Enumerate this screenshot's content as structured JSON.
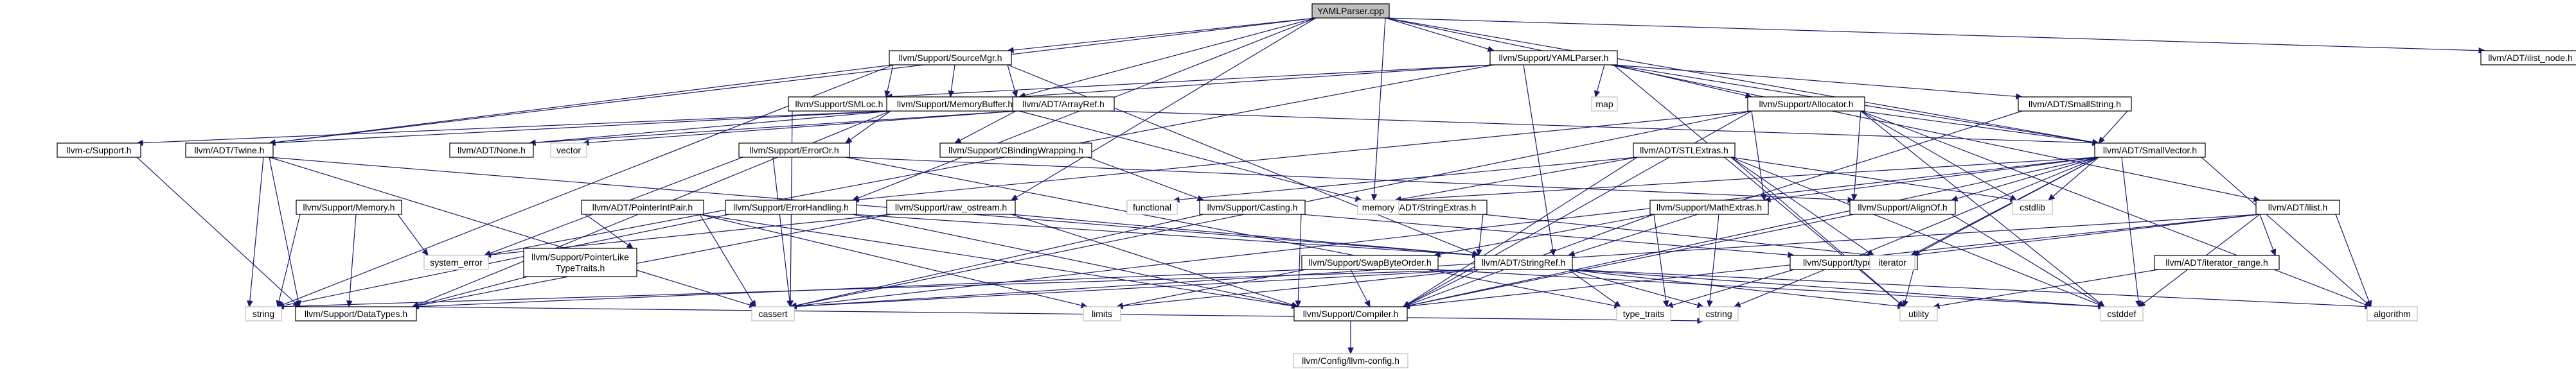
{
  "graph": {
    "nodes": [
      {
        "id": "yamlparser_cpp",
        "label": "YAMLParser.cpp",
        "root": true
      },
      {
        "id": "sourcemgr",
        "label": "llvm/Support/SourceMgr.h"
      },
      {
        "id": "support_yamlparser",
        "label": "llvm/Support/YAMLParser.h"
      },
      {
        "id": "ilist_node",
        "label": "llvm/ADT/ilist_node.h"
      },
      {
        "id": "smloc",
        "label": "llvm/Support/SMLoc.h"
      },
      {
        "id": "memorybuffer",
        "label": "llvm/Support/MemoryBuffer.h"
      },
      {
        "id": "arrayref",
        "label": "llvm/ADT/ArrayRef.h"
      },
      {
        "id": "map",
        "label": "map",
        "system": true
      },
      {
        "id": "allocator",
        "label": "llvm/Support/Allocator.h"
      },
      {
        "id": "smallstring",
        "label": "llvm/ADT/SmallString.h"
      },
      {
        "id": "csupport",
        "label": "llvm-c/Support.h"
      },
      {
        "id": "twine",
        "label": "llvm/ADT/Twine.h"
      },
      {
        "id": "none",
        "label": "llvm/ADT/None.h"
      },
      {
        "id": "vector",
        "label": "vector",
        "system": true
      },
      {
        "id": "errororr",
        "label": "llvm/Support/ErrorOr.h"
      },
      {
        "id": "cbindingwrapping",
        "label": "llvm/Support/CBindingWrapping.h"
      },
      {
        "id": "stlextras",
        "label": "llvm/ADT/STLExtras.h"
      },
      {
        "id": "smallvector",
        "label": "llvm/ADT/SmallVector.h"
      },
      {
        "id": "support_memory",
        "label": "llvm/Support/Memory.h"
      },
      {
        "id": "pointerintpair",
        "label": "llvm/ADT/PointerIntPair.h"
      },
      {
        "id": "errorhandling",
        "label": "llvm/Support/ErrorHandling.h"
      },
      {
        "id": "raw_ostream",
        "label": "llvm/Support/raw_ostream.h"
      },
      {
        "id": "casting",
        "label": "llvm/Support/Casting.h"
      },
      {
        "id": "stringextras",
        "label": "llvm/ADT/StringExtras.h"
      },
      {
        "id": "functional",
        "label": "functional",
        "system": true
      },
      {
        "id": "memory",
        "label": "memory",
        "system": true
      },
      {
        "id": "mathextras",
        "label": "llvm/Support/MathExtras.h"
      },
      {
        "id": "alignof",
        "label": "llvm/Support/AlignOf.h"
      },
      {
        "id": "cstdlib",
        "label": "cstdlib",
        "system": true
      },
      {
        "id": "ilist",
        "label": "llvm/ADT/ilist.h"
      },
      {
        "id": "system_error",
        "label": "system_error",
        "system": true
      },
      {
        "id": "pointerliketypetraits",
        "label": "llvm/Support/PointerLike\nTypeTraits.h"
      },
      {
        "id": "swapbyteorder",
        "label": "llvm/Support/SwapByteOrder.h"
      },
      {
        "id": "stringref",
        "label": "llvm/ADT/StringRef.h"
      },
      {
        "id": "type_traits_h",
        "label": "llvm/Support/type_traits.h"
      },
      {
        "id": "iterator",
        "label": "iterator",
        "system": true
      },
      {
        "id": "iterator_range",
        "label": "llvm/ADT/iterator_range.h"
      },
      {
        "id": "string",
        "label": "string",
        "system": true
      },
      {
        "id": "datatypes",
        "label": "llvm/Support/DataTypes.h"
      },
      {
        "id": "cassert",
        "label": "cassert",
        "system": true
      },
      {
        "id": "limits",
        "label": "limits",
        "system": true
      },
      {
        "id": "compiler",
        "label": "llvm/Support/Compiler.h"
      },
      {
        "id": "type_traits",
        "label": "type_traits",
        "system": true
      },
      {
        "id": "cstring",
        "label": "cstring",
        "system": true
      },
      {
        "id": "utility",
        "label": "utility",
        "system": true
      },
      {
        "id": "cstddef",
        "label": "cstddef",
        "system": true
      },
      {
        "id": "algorithm",
        "label": "algorithm",
        "system": true
      },
      {
        "id": "config",
        "label": "llvm/Config/llvm-config.h",
        "system": true
      }
    ],
    "edges": [
      [
        "yamlparser_cpp",
        "sourcemgr"
      ],
      [
        "yamlparser_cpp",
        "support_yamlparser"
      ],
      [
        "yamlparser_cpp",
        "ilist_node"
      ],
      [
        "yamlparser_cpp",
        "memorybuffer"
      ],
      [
        "yamlparser_cpp",
        "twine"
      ],
      [
        "yamlparser_cpp",
        "errorhandling"
      ],
      [
        "yamlparser_cpp",
        "raw_ostream"
      ],
      [
        "yamlparser_cpp",
        "stringextras"
      ],
      [
        "yamlparser_cpp",
        "smallvector"
      ],
      [
        "yamlparser_cpp",
        "ilist"
      ],
      [
        "sourcemgr",
        "smloc"
      ],
      [
        "sourcemgr",
        "memorybuffer"
      ],
      [
        "sourcemgr",
        "arrayref"
      ],
      [
        "sourcemgr",
        "twine"
      ],
      [
        "sourcemgr",
        "string"
      ],
      [
        "sourcemgr",
        "stringref"
      ],
      [
        "support_yamlparser",
        "smloc"
      ],
      [
        "support_yamlparser",
        "memorybuffer"
      ],
      [
        "support_yamlparser",
        "map"
      ],
      [
        "support_yamlparser",
        "allocator"
      ],
      [
        "support_yamlparser",
        "smallstring"
      ],
      [
        "support_yamlparser",
        "stringref"
      ],
      [
        "support_yamlparser",
        "smallvector"
      ],
      [
        "support_yamlparser",
        "utility"
      ],
      [
        "support_yamlparser",
        "system_error"
      ],
      [
        "smloc",
        "cassert"
      ],
      [
        "memorybuffer",
        "csupport"
      ],
      [
        "memorybuffer",
        "twine"
      ],
      [
        "memorybuffer",
        "cbindingwrapping"
      ],
      [
        "memorybuffer",
        "errororr"
      ],
      [
        "memorybuffer",
        "datatypes"
      ],
      [
        "memorybuffer",
        "memory"
      ],
      [
        "memorybuffer",
        "none"
      ],
      [
        "arrayref",
        "none"
      ],
      [
        "arrayref",
        "smallvector"
      ],
      [
        "arrayref",
        "vector"
      ],
      [
        "allocator",
        "smallvector"
      ],
      [
        "allocator",
        "alignof"
      ],
      [
        "allocator",
        "mathextras"
      ],
      [
        "allocator",
        "compiler"
      ],
      [
        "allocator",
        "errorhandling"
      ],
      [
        "allocator",
        "algorithm"
      ],
      [
        "allocator",
        "cassert"
      ],
      [
        "allocator",
        "cstddef"
      ],
      [
        "allocator",
        "cstdlib"
      ],
      [
        "smallstring",
        "smallvector"
      ],
      [
        "smallstring",
        "stringref"
      ],
      [
        "csupport",
        "datatypes"
      ],
      [
        "twine",
        "stringref"
      ],
      [
        "twine",
        "datatypes"
      ],
      [
        "twine",
        "cassert"
      ],
      [
        "twine",
        "string"
      ],
      [
        "errororr",
        "alignof"
      ],
      [
        "errororr",
        "system_error"
      ],
      [
        "errororr",
        "type_traits"
      ],
      [
        "errororr",
        "cassert"
      ],
      [
        "cbindingwrapping",
        "casting"
      ],
      [
        "stlextras",
        "compiler"
      ],
      [
        "stlextras",
        "cstddef"
      ],
      [
        "stlextras",
        "cstdlib"
      ],
      [
        "stlextras",
        "functional"
      ],
      [
        "stlextras",
        "iterator"
      ],
      [
        "stlextras",
        "memory"
      ],
      [
        "stlextras",
        "utility"
      ],
      [
        "smallvector",
        "alignof"
      ],
      [
        "smallvector",
        "compiler"
      ],
      [
        "smallvector",
        "mathextras"
      ],
      [
        "smallvector",
        "type_traits_h"
      ],
      [
        "smallvector",
        "algorithm"
      ],
      [
        "smallvector",
        "cassert"
      ],
      [
        "smallvector",
        "cstddef"
      ],
      [
        "smallvector",
        "cstdlib"
      ],
      [
        "smallvector",
        "cstring"
      ],
      [
        "smallvector",
        "iterator"
      ],
      [
        "smallvector",
        "memory"
      ],
      [
        "support_memory",
        "datatypes"
      ],
      [
        "support_memory",
        "string"
      ],
      [
        "support_memory",
        "system_error"
      ],
      [
        "pointerintpair",
        "compiler"
      ],
      [
        "pointerintpair",
        "pointerliketypetraits"
      ],
      [
        "pointerintpair",
        "cassert"
      ],
      [
        "pointerintpair",
        "limits"
      ],
      [
        "errorhandling",
        "stringref"
      ],
      [
        "errorhandling",
        "compiler"
      ],
      [
        "errorhandling",
        "string"
      ],
      [
        "raw_ostream",
        "stringref"
      ],
      [
        "raw_ostream",
        "compiler"
      ],
      [
        "raw_ostream",
        "datatypes"
      ],
      [
        "raw_ostream",
        "system_error"
      ],
      [
        "casting",
        "compiler"
      ],
      [
        "casting",
        "type_traits_h"
      ],
      [
        "casting",
        "cassert"
      ],
      [
        "stringextras",
        "stringref"
      ],
      [
        "stringextras",
        "iterator"
      ],
      [
        "mathextras",
        "compiler"
      ],
      [
        "mathextras",
        "swapbyteorder"
      ],
      [
        "mathextras",
        "type_traits"
      ],
      [
        "mathextras",
        "cstring"
      ],
      [
        "alignof",
        "compiler"
      ],
      [
        "alignof",
        "cstddef"
      ],
      [
        "ilist",
        "compiler"
      ],
      [
        "ilist",
        "iterator_range"
      ],
      [
        "ilist",
        "algorithm"
      ],
      [
        "ilist",
        "cassert"
      ],
      [
        "ilist",
        "cstddef"
      ],
      [
        "ilist",
        "iterator"
      ],
      [
        "pointerliketypetraits",
        "datatypes"
      ],
      [
        "swapbyteorder",
        "compiler"
      ],
      [
        "swapbyteorder",
        "datatypes"
      ],
      [
        "swapbyteorder",
        "cstddef"
      ],
      [
        "swapbyteorder",
        "limits"
      ],
      [
        "stringref",
        "compiler"
      ],
      [
        "stringref",
        "algorithm"
      ],
      [
        "stringref",
        "cassert"
      ],
      [
        "stringref",
        "cstddef"
      ],
      [
        "stringref",
        "cstring"
      ],
      [
        "stringref",
        "limits"
      ],
      [
        "stringref",
        "string"
      ],
      [
        "stringref",
        "type_traits"
      ],
      [
        "stringref",
        "utility"
      ],
      [
        "type_traits_h",
        "type_traits"
      ],
      [
        "type_traits_h",
        "utility"
      ],
      [
        "iterator_range",
        "utility"
      ],
      [
        "datatypes",
        "cstring"
      ],
      [
        "compiler",
        "config"
      ]
    ]
  }
}
